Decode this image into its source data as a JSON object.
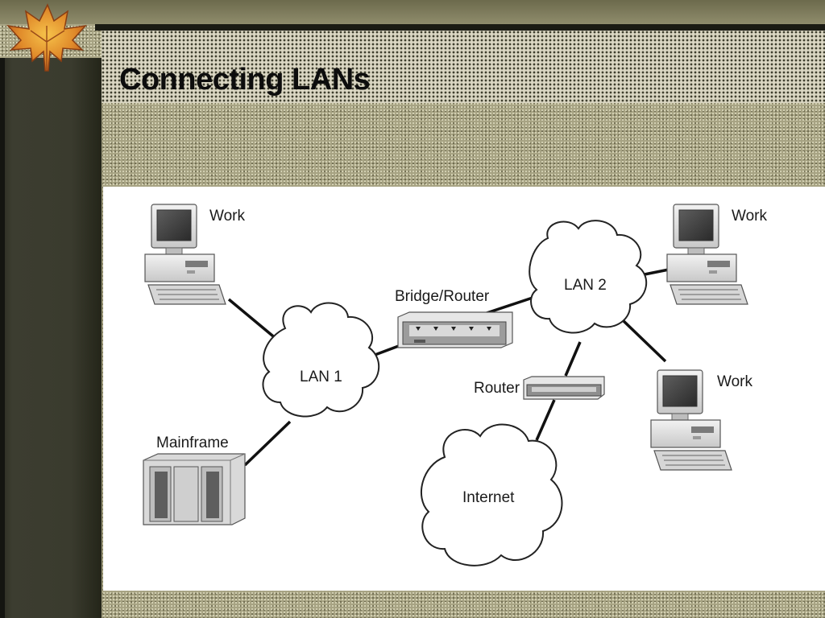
{
  "slide": {
    "title": "Connecting LANs"
  },
  "diagram": {
    "nodes": {
      "work_top_left": "Work",
      "work_top_right": "Work",
      "work_bottom_right": "Work",
      "mainframe": "Mainframe",
      "bridge_router": "Bridge/Router",
      "router": "Router",
      "lan1": "LAN 1",
      "lan2": "LAN 2",
      "internet": "Internet"
    }
  },
  "colors": {
    "panel": "#ffffff",
    "line": "#111111"
  }
}
